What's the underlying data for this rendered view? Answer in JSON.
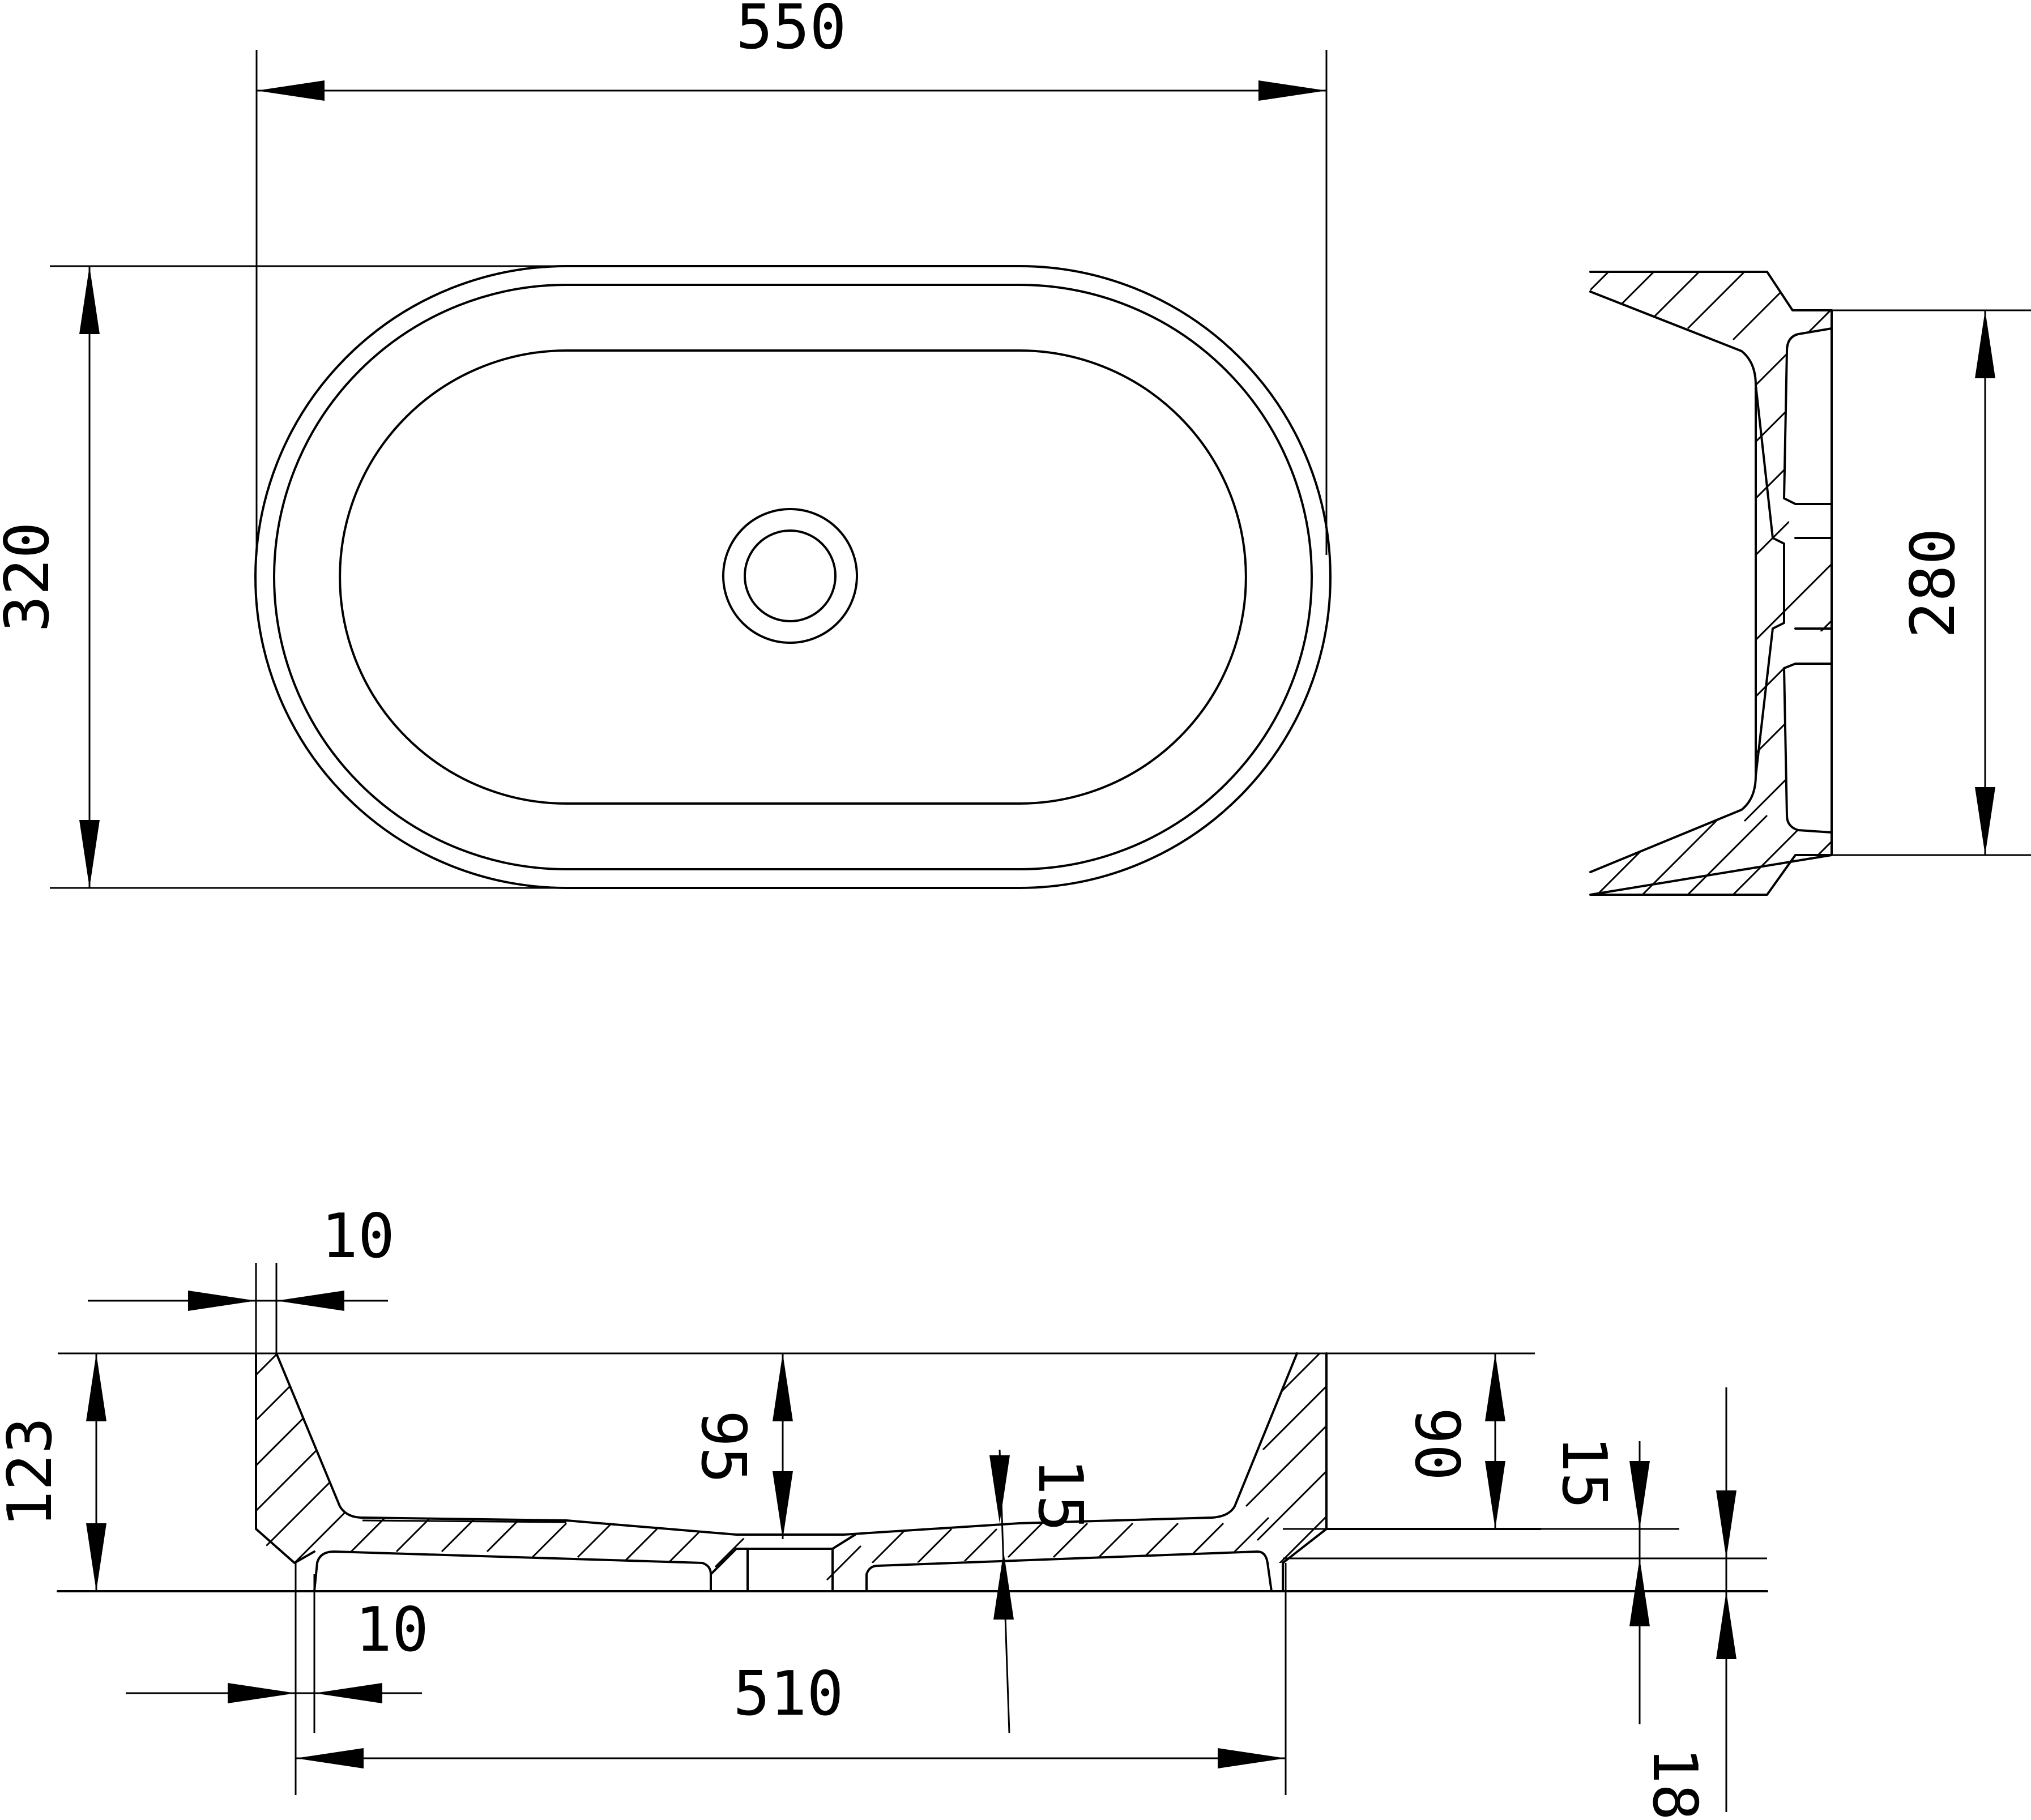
{
  "dimensions": {
    "top_width": "550",
    "top_height": "320",
    "side_height": "280",
    "rim_thickness_top": "10",
    "total_height": "123",
    "inner_depth": "95",
    "bottom_thickness": "15",
    "right_depth": "90",
    "right_thickness": "15",
    "bottom_inner_offset": "10",
    "base_width": "510",
    "base_height": "18"
  }
}
